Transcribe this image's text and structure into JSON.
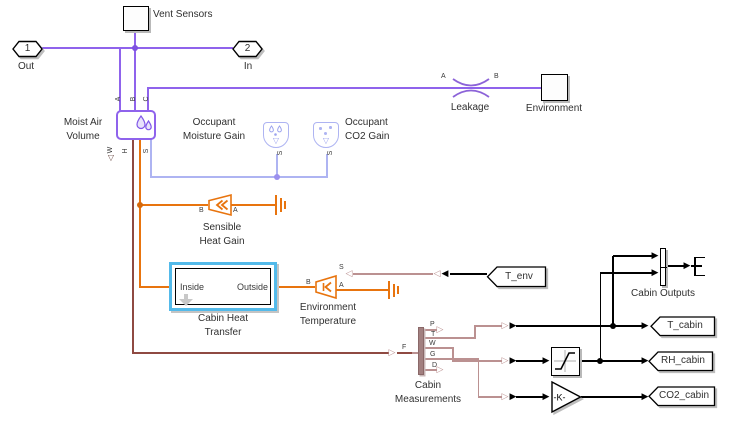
{
  "colors": {
    "moist_air": "#8f63ec",
    "moist_air_light": "#aeb4f2",
    "thermal": "#e8740e",
    "moisture_line": "#8f4a42",
    "ps_line": "#bb9191",
    "selection": "#53baea",
    "meas_bar": "#a28080"
  },
  "icons": {
    "arrow_right_solid": "▶",
    "arrow_left_solid": "◀",
    "arrow_right_hollow": "▷",
    "arrow_left_hollow": "◁",
    "triangle_down_hollow": "▽"
  },
  "ports": {
    "out": {
      "number": "1",
      "label": "Out"
    },
    "in": {
      "number": "2",
      "label": "In"
    }
  },
  "blocks": {
    "vent_sensors": {
      "label": "Vent Sensors"
    },
    "moist_air_volume": {
      "label_line1": "Moist Air",
      "label_line2": "Volume",
      "port_a": "A",
      "port_b": "B",
      "port_c": "C",
      "port_w": "W",
      "port_h": "H",
      "port_s": "S"
    },
    "occupant_moisture_gain": {
      "label_line1": "Occupant",
      "label_line2": "Moisture Gain",
      "port_s": "S"
    },
    "occupant_co2_gain": {
      "label_line1": "Occupant",
      "label_line2": "CO2 Gain",
      "port_s": "S"
    },
    "leakage": {
      "label": "Leakage",
      "port_a": "A",
      "port_b": "B"
    },
    "environment": {
      "label": "Environment"
    },
    "sensible_heat_gain": {
      "label_line1": "Sensible",
      "label_line2": "Heat Gain",
      "port_b": "B",
      "port_a": "A"
    },
    "cabin_heat_transfer": {
      "label_line1": "Cabin Heat",
      "label_line2": "Transfer",
      "port_inside": "Inside",
      "port_outside": "Outside"
    },
    "environment_temperature": {
      "label_line1": "Environment",
      "label_line2": "Temperature",
      "port_b": "B",
      "port_s": "S",
      "port_a": "A"
    },
    "t_env": {
      "label": "T_env"
    },
    "cabin_measurements": {
      "label_line1": "Cabin",
      "label_line2": "Measurements",
      "port_f": "F",
      "port_p": "P",
      "port_t": "T",
      "port_w": "W",
      "port_g": "G",
      "port_d": "D"
    },
    "cabin_outputs": {
      "label": "Cabin Outputs"
    },
    "gain": {
      "label": "-K-"
    },
    "t_cabin": {
      "label": "T_cabin"
    },
    "rh_cabin": {
      "label": "RH_cabin"
    },
    "co2_cabin": {
      "label": "CO2_cabin"
    }
  }
}
